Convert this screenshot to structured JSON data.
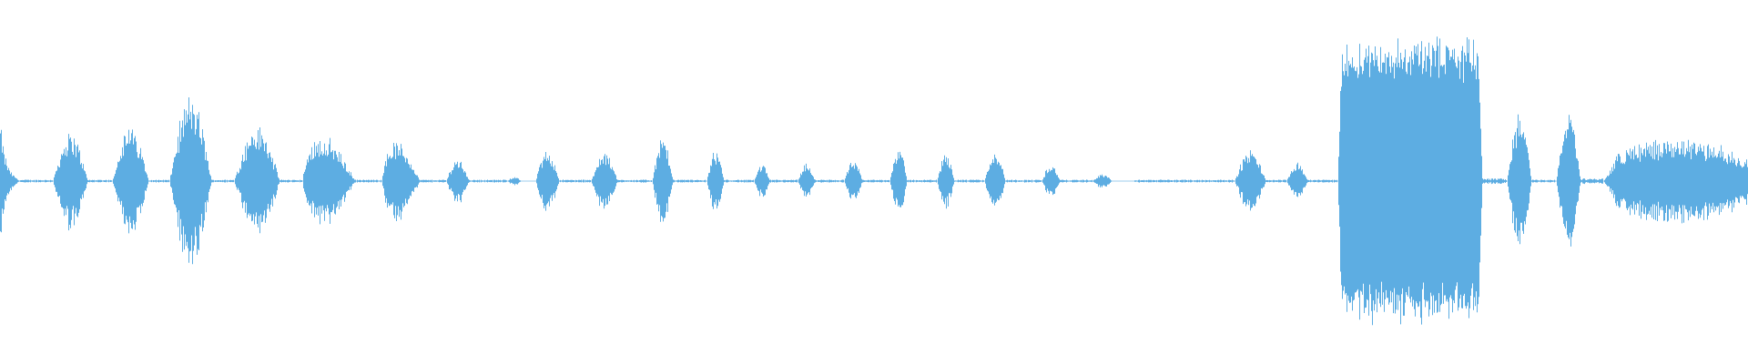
{
  "waveform": {
    "color": "#5DADE2",
    "background": "#FFFFFF",
    "segments": [
      {
        "start": 0.0,
        "end": 0.01,
        "peak": 0.42,
        "shape": "decay"
      },
      {
        "start": 0.01,
        "end": 0.03,
        "peak": 0.01,
        "shape": "flat"
      },
      {
        "start": 0.03,
        "end": 0.05,
        "peak": 0.34,
        "shape": "burst"
      },
      {
        "start": 0.05,
        "end": 0.064,
        "peak": 0.01,
        "shape": "flat"
      },
      {
        "start": 0.064,
        "end": 0.085,
        "peak": 0.38,
        "shape": "burst"
      },
      {
        "start": 0.085,
        "end": 0.097,
        "peak": 0.01,
        "shape": "flat"
      },
      {
        "start": 0.097,
        "end": 0.121,
        "peak": 0.6,
        "shape": "burst"
      },
      {
        "start": 0.121,
        "end": 0.134,
        "peak": 0.01,
        "shape": "flat"
      },
      {
        "start": 0.134,
        "end": 0.16,
        "peak": 0.38,
        "shape": "burst"
      },
      {
        "start": 0.16,
        "end": 0.173,
        "peak": 0.01,
        "shape": "flat"
      },
      {
        "start": 0.173,
        "end": 0.203,
        "peak": 0.32,
        "shape": "rise"
      },
      {
        "start": 0.203,
        "end": 0.218,
        "peak": 0.01,
        "shape": "flat"
      },
      {
        "start": 0.218,
        "end": 0.24,
        "peak": 0.28,
        "shape": "rise"
      },
      {
        "start": 0.24,
        "end": 0.255,
        "peak": 0.01,
        "shape": "flat"
      },
      {
        "start": 0.255,
        "end": 0.268,
        "peak": 0.16,
        "shape": "burst"
      },
      {
        "start": 0.268,
        "end": 0.29,
        "peak": 0.01,
        "shape": "flat"
      },
      {
        "start": 0.29,
        "end": 0.298,
        "peak": 0.03,
        "shape": "burst"
      },
      {
        "start": 0.298,
        "end": 0.306,
        "peak": 0.0,
        "shape": "gap"
      },
      {
        "start": 0.306,
        "end": 0.32,
        "peak": 0.22,
        "shape": "burst"
      },
      {
        "start": 0.32,
        "end": 0.338,
        "peak": 0.01,
        "shape": "flat"
      },
      {
        "start": 0.338,
        "end": 0.353,
        "peak": 0.2,
        "shape": "burst"
      },
      {
        "start": 0.353,
        "end": 0.373,
        "peak": 0.01,
        "shape": "flat"
      },
      {
        "start": 0.373,
        "end": 0.385,
        "peak": 0.3,
        "shape": "burst"
      },
      {
        "start": 0.385,
        "end": 0.404,
        "peak": 0.01,
        "shape": "flat"
      },
      {
        "start": 0.404,
        "end": 0.414,
        "peak": 0.22,
        "shape": "burst"
      },
      {
        "start": 0.414,
        "end": 0.431,
        "peak": 0.01,
        "shape": "flat"
      },
      {
        "start": 0.431,
        "end": 0.44,
        "peak": 0.12,
        "shape": "burst"
      },
      {
        "start": 0.44,
        "end": 0.456,
        "peak": 0.01,
        "shape": "flat"
      },
      {
        "start": 0.456,
        "end": 0.466,
        "peak": 0.12,
        "shape": "burst"
      },
      {
        "start": 0.466,
        "end": 0.483,
        "peak": 0.01,
        "shape": "flat"
      },
      {
        "start": 0.483,
        "end": 0.493,
        "peak": 0.14,
        "shape": "burst"
      },
      {
        "start": 0.493,
        "end": 0.509,
        "peak": 0.01,
        "shape": "flat"
      },
      {
        "start": 0.509,
        "end": 0.519,
        "peak": 0.24,
        "shape": "burst"
      },
      {
        "start": 0.519,
        "end": 0.536,
        "peak": 0.01,
        "shape": "flat"
      },
      {
        "start": 0.536,
        "end": 0.546,
        "peak": 0.2,
        "shape": "burst"
      },
      {
        "start": 0.546,
        "end": 0.563,
        "peak": 0.01,
        "shape": "flat"
      },
      {
        "start": 0.563,
        "end": 0.575,
        "peak": 0.22,
        "shape": "burst"
      },
      {
        "start": 0.575,
        "end": 0.596,
        "peak": 0.01,
        "shape": "flat"
      },
      {
        "start": 0.596,
        "end": 0.606,
        "peak": 0.12,
        "shape": "burst"
      },
      {
        "start": 0.606,
        "end": 0.625,
        "peak": 0.01,
        "shape": "flat"
      },
      {
        "start": 0.625,
        "end": 0.636,
        "peak": 0.05,
        "shape": "burst"
      },
      {
        "start": 0.636,
        "end": 0.649,
        "peak": 0.0,
        "shape": "gap"
      },
      {
        "start": 0.649,
        "end": 0.706,
        "peak": 0.01,
        "shape": "flat"
      },
      {
        "start": 0.706,
        "end": 0.724,
        "peak": 0.22,
        "shape": "burst"
      },
      {
        "start": 0.724,
        "end": 0.736,
        "peak": 0.01,
        "shape": "flat"
      },
      {
        "start": 0.736,
        "end": 0.748,
        "peak": 0.14,
        "shape": "burst"
      },
      {
        "start": 0.748,
        "end": 0.765,
        "peak": 0.01,
        "shape": "flat"
      },
      {
        "start": 0.765,
        "end": 0.848,
        "peak": 0.98,
        "shape": "block"
      },
      {
        "start": 0.848,
        "end": 0.862,
        "peak": 0.02,
        "shape": "flat"
      },
      {
        "start": 0.862,
        "end": 0.876,
        "peak": 0.5,
        "shape": "burst"
      },
      {
        "start": 0.876,
        "end": 0.89,
        "peak": 0.01,
        "shape": "flat"
      },
      {
        "start": 0.89,
        "end": 0.904,
        "peak": 0.5,
        "shape": "burst"
      },
      {
        "start": 0.904,
        "end": 0.917,
        "peak": 0.02,
        "shape": "flat"
      },
      {
        "start": 0.917,
        "end": 1.0,
        "peak": 0.3,
        "shape": "long"
      }
    ]
  }
}
